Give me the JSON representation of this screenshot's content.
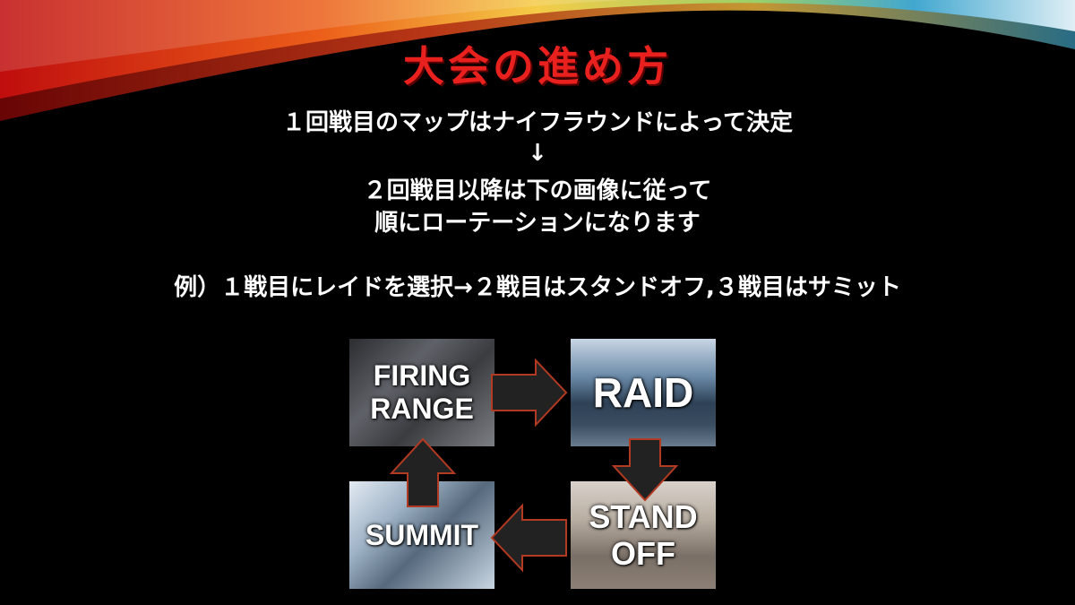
{
  "title": "大会の進め方",
  "body_lines": [
    "１回戦目のマップはナイフラウンドによって決定",
    "↓",
    "２回戦目以降は下の画像に従って",
    "順にローテーションになります"
  ],
  "example": "例）１戦目にレイドを選択→２戦目はスタンドオフ,３戦目はサミット",
  "maps": {
    "firing_range": {
      "line1": "FIRING",
      "line2": "RANGE"
    },
    "raid": {
      "line1": "RAID"
    },
    "standoff": {
      "line1": "STAND",
      "line2": "OFF"
    },
    "summit": {
      "line1": "SUMMIT"
    }
  },
  "colors": {
    "title": "#e8201e",
    "arrow_fill": "#222222",
    "arrow_stroke": "#b23a22"
  }
}
